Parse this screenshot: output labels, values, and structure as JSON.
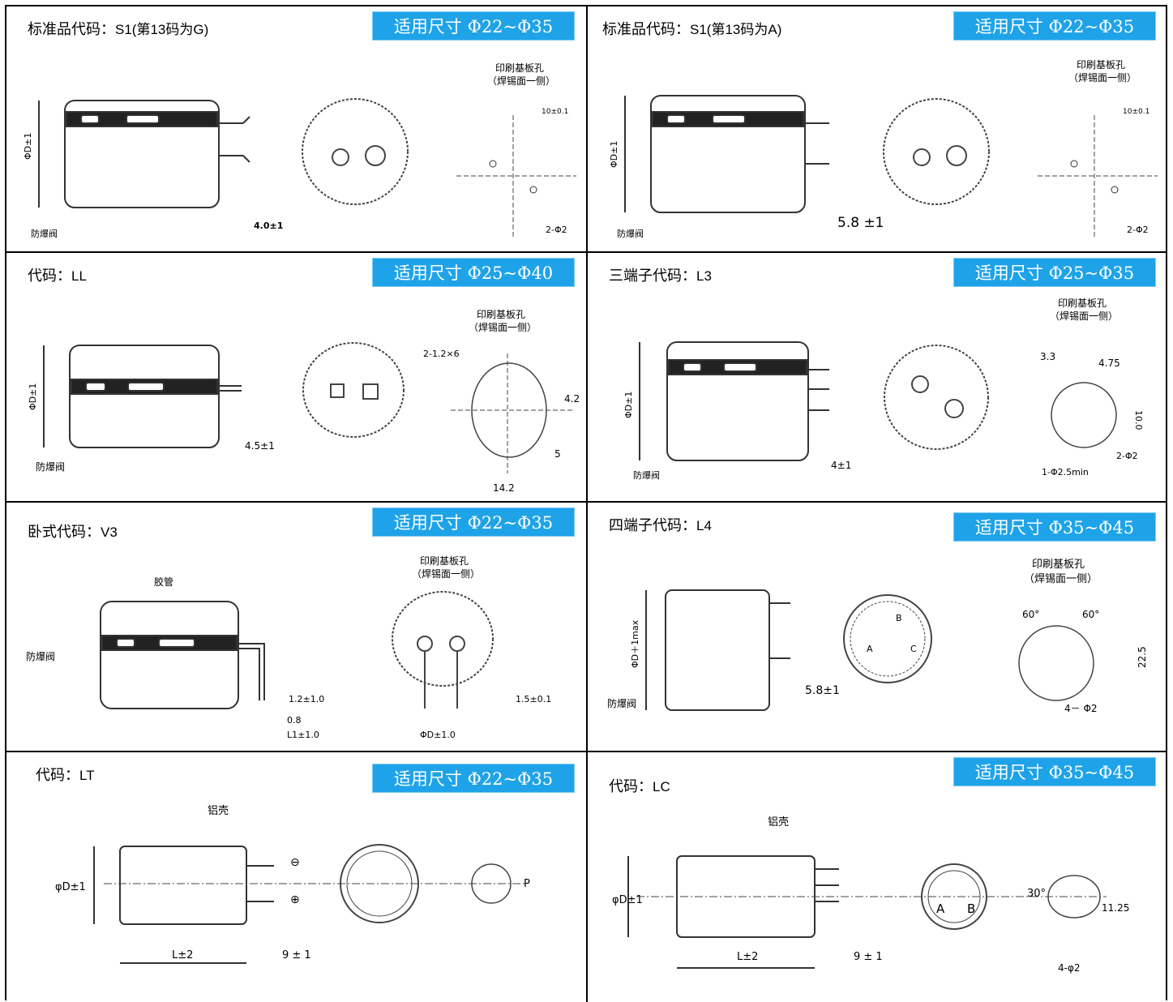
{
  "cells": [
    {
      "prefix": "标准品代码：",
      "code": "S1(第13码为G)",
      "size": "适用尺寸 Φ22~Φ35",
      "labels": {
        "pcb": "印刷基板孔",
        "pcb2": "（焊锡面一侧）",
        "phiD": "ΦD±1",
        "valve": "防爆阀",
        "lead": "4.0±1",
        "pitch": "10±0.1",
        "hole": "2-Φ2"
      }
    },
    {
      "prefix": "标准品代码：",
      "code": "S1(第13码为A)",
      "size": "适用尺寸 Φ22~Φ35",
      "labels": {
        "pcb": "印刷基板孔",
        "pcb2": "（焊锡面一侧）",
        "phiD": "ΦD±1",
        "valve": "防爆阀",
        "lead": "5.8 ±1",
        "pitch": "10±0.1",
        "hole": "2-Φ2"
      }
    },
    {
      "prefix": "代码：",
      "code": "LL",
      "size": "适用尺寸 Φ25~Φ40",
      "labels": {
        "pcb": "印刷基板孔",
        "pcb2": "（焊锡面一侧）",
        "phiD": "ΦD±1",
        "valve": "防爆阀",
        "lead": "4.5±1",
        "slot": "2-1.2×6",
        "d1": "4.2",
        "d2": "5",
        "d3": "14.2"
      }
    },
    {
      "prefix": "三端子代码：",
      "code": "L3",
      "size": "适用尺寸 Φ25~Φ35",
      "labels": {
        "pcb": "印刷基板孔",
        "pcb2": "（焊锡面一侧）",
        "phiD": "ΦD±1",
        "valve": "防爆阀",
        "lead": "4±1",
        "d1": "3.3",
        "d2": "4.75",
        "d3": "10.0",
        "hole": "2-Φ2",
        "hole2": "1-Φ2.5min"
      }
    },
    {
      "prefix": "卧式代码：",
      "code": "V3",
      "size": "适用尺寸 Φ22~Φ35",
      "labels": {
        "pcb": "印刷基板孔",
        "pcb2": "（焊锡面一侧）",
        "tube": "胶管",
        "valve": "防爆阀",
        "d1": "1.2±1.0",
        "d2": "0.8",
        "d3": "L1±1.0",
        "d4": "1.5±0.1",
        "phiD": "ΦD±1.0"
      }
    },
    {
      "prefix": "四端子代码：",
      "code": "L4",
      "size": "适用尺寸 Φ35~Φ45",
      "labels": {
        "pcb": "印刷基板孔",
        "pcb2": "（焊锡面一侧）",
        "phiD": "ΦD＋1max",
        "valve": "防爆阀",
        "lead": "5.8±1",
        "a1": "60°",
        "a2": "60°",
        "d1": "22.5",
        "hole": "4－ Φ2",
        "A": "A",
        "B": "B",
        "C": "C"
      }
    },
    {
      "prefix": "代码：",
      "code": "LT",
      "size": "适用尺寸 Φ22~Φ35",
      "labels": {
        "shell": "铝壳",
        "phiD": "φD±1",
        "len": "L±2",
        "lead": "9 ± 1",
        "P": "P",
        "neg": "⊖",
        "pos": "⊕"
      }
    },
    {
      "prefix": "代码：",
      "code": "LC",
      "size": "适用尺寸 Φ35~Φ45",
      "labels": {
        "shell": "铝壳",
        "phiD": "φD±1",
        "len": "L±2",
        "lead": "9 ± 1",
        "a1": "30°",
        "d1": "11.25",
        "hole": "4-φ2",
        "A": "A",
        "B": "B"
      }
    }
  ]
}
